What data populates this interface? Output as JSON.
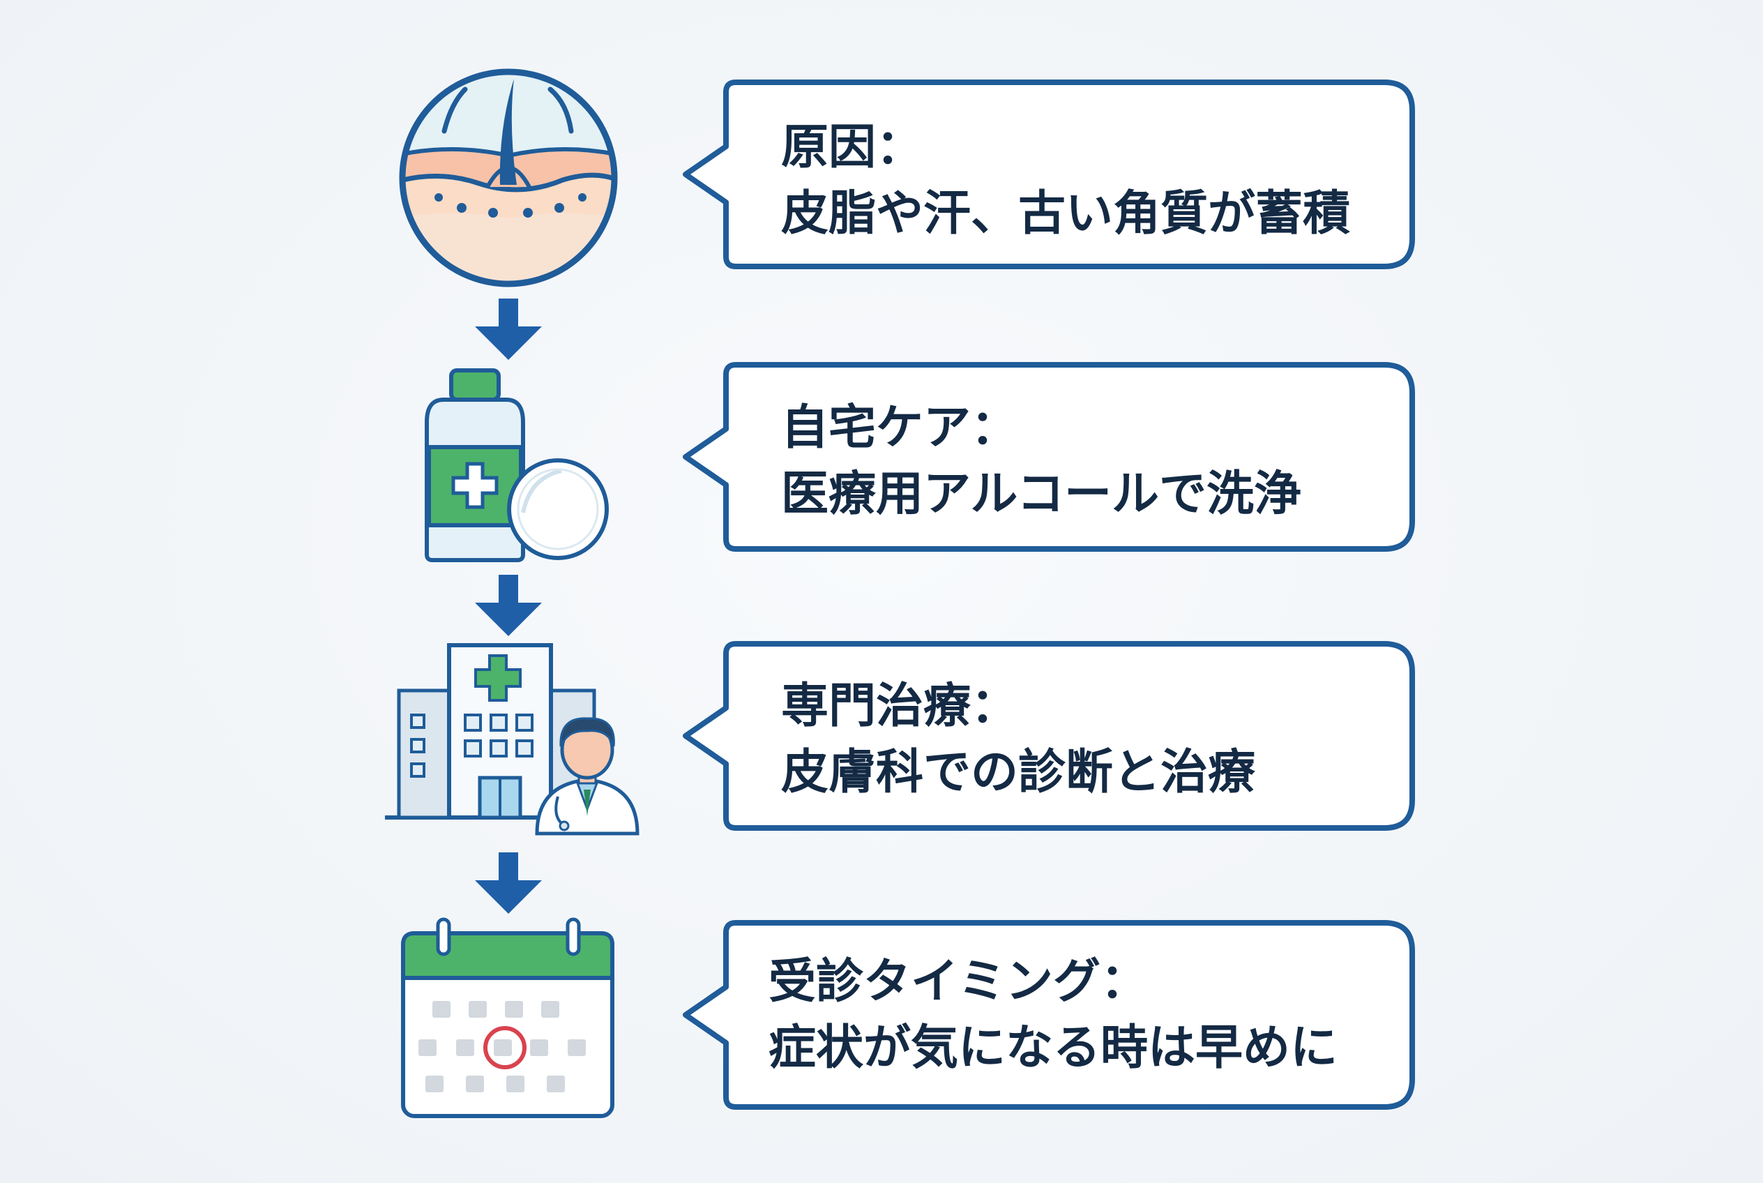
{
  "steps": [
    {
      "title": "原因：",
      "detail": "皮脂や汗、古い角質が蓄積",
      "icon": "skin-pore-icon"
    },
    {
      "title": "自宅ケア：",
      "detail": "医療用アルコールで洗浄",
      "icon": "alcohol-bottle-icon"
    },
    {
      "title": "専門治療：",
      "detail": "皮膚科での診断と治療",
      "icon": "hospital-doctor-icon"
    },
    {
      "title": "受診タイミング：",
      "detail": "症状が気になる時は早めに",
      "icon": "calendar-icon"
    }
  ],
  "colors": {
    "navy": "#1f5c99",
    "arrow": "#1f5fa8",
    "green": "#4db36a",
    "skin": "#f6c9b0",
    "text": "#142a44",
    "highlight": "#d9434e"
  }
}
